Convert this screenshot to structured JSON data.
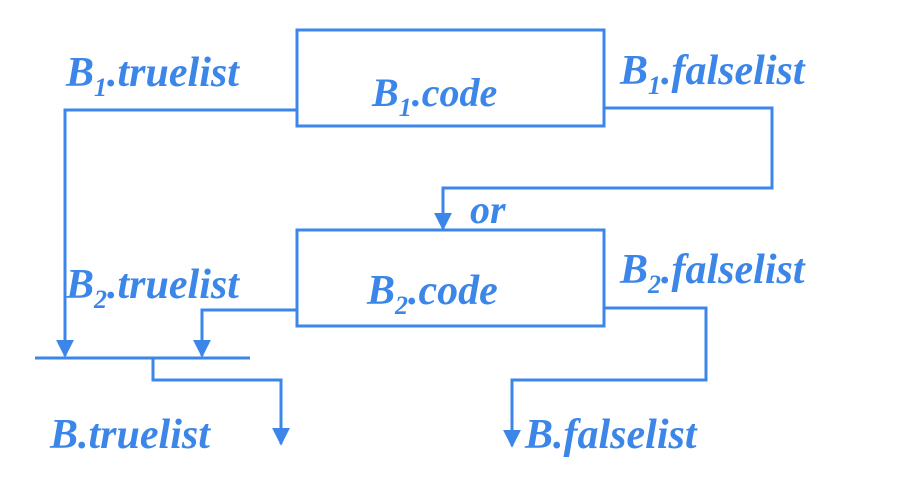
{
  "colors": {
    "stroke": "#3b86e8",
    "text": "#3b86e8",
    "background": "#ffffff"
  },
  "labels": {
    "b1_truelist": {
      "base": "B",
      "sub": "1",
      "rest": ".truelist"
    },
    "b1_code": {
      "base": "B",
      "sub": "1",
      "rest": ".code"
    },
    "b1_falselist": {
      "base": "B",
      "sub": "1",
      "rest": ".falselist"
    },
    "or": "or",
    "b2_truelist": {
      "base": "B",
      "sub": "2",
      "rest": ".truelist"
    },
    "b2_code": {
      "base": "B",
      "sub": "2",
      "rest": ".code"
    },
    "b2_falselist": {
      "base": "B",
      "sub": "2",
      "rest": ".falselist"
    },
    "b_truelist": "B.truelist",
    "b_falselist": "B.falselist"
  }
}
